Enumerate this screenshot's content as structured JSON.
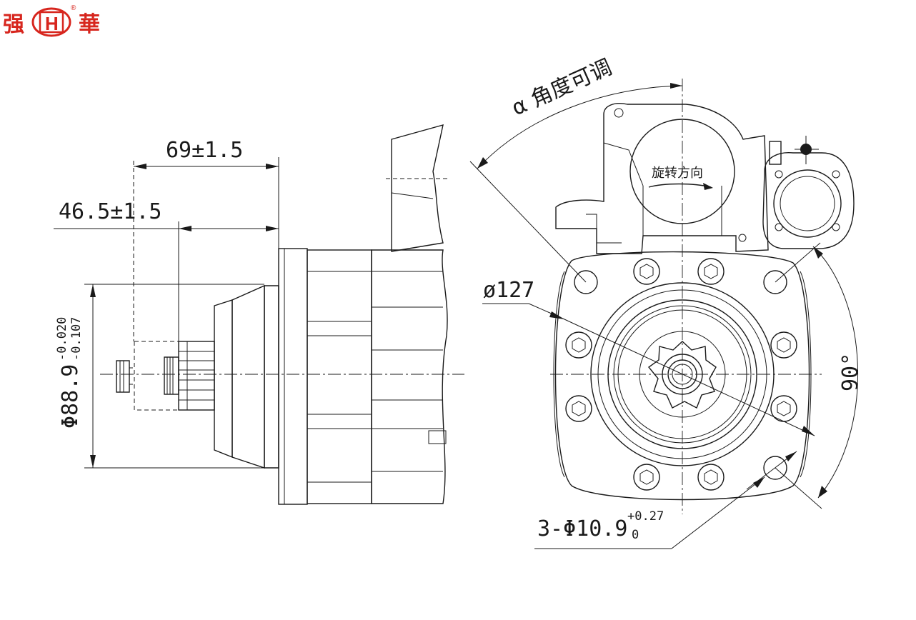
{
  "brand": {
    "name_left": "强",
    "name_right": "華",
    "logo_letter": "H",
    "registered_mark": "®",
    "color": "#d7261e"
  },
  "dimensions": {
    "overall_length": "69±1.5",
    "flange_offset": "46.5±1.5",
    "pilot_diameter_base": "Φ88.9",
    "pilot_tol_upper": "-0.020",
    "pilot_tol_lower": "-0.107",
    "bolt_circle": "ø127",
    "hole_spec_base": "3-Φ10.9",
    "hole_tol_upper": "+0.27",
    "hole_tol_lower": "0",
    "angle_right": "90°"
  },
  "annotations": {
    "angle_adjust": "α 角度可调",
    "rotation_direction": "旋转方向"
  }
}
